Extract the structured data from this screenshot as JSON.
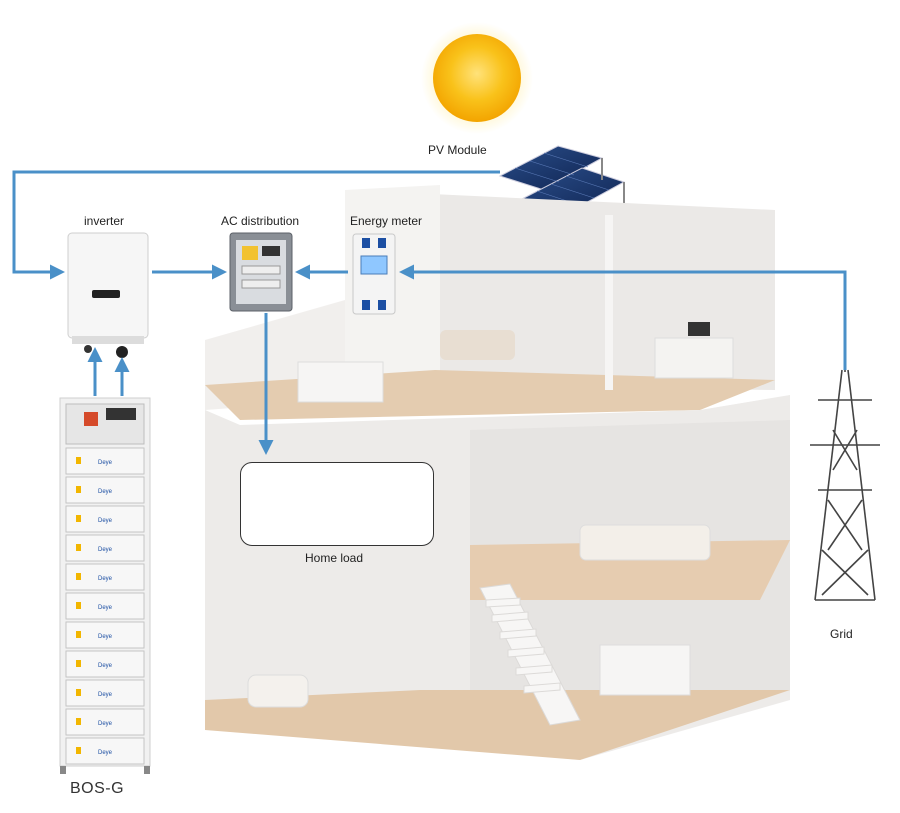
{
  "labels": {
    "pv_module": "PV Module",
    "inverter": "inverter",
    "ac_distribution": "AC distribution",
    "energy_meter": "Energy meter",
    "home_load": "Home load",
    "grid": "Grid",
    "battery": "BOS-G",
    "battery_brand": "Deye"
  },
  "colors": {
    "flow_line": "#4a90c8",
    "sun_core": "#f7b500",
    "wall": "#e9e7e5",
    "floor": "#e2cbb0"
  }
}
